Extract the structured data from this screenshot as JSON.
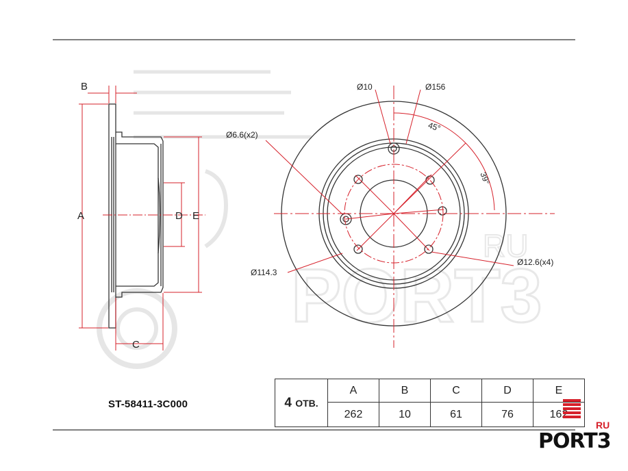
{
  "part_number": "ST-58411-3C000",
  "side_view_labels": {
    "a": "A",
    "b": "B",
    "c": "C",
    "d": "D",
    "e": "E"
  },
  "front_view_labels": {
    "bolt_hole_dia": "Ø10",
    "outer_dia": "Ø156",
    "small_hole": "Ø6.6(x2)",
    "angle_45": "45°",
    "angle_39": "39°",
    "pcd": "Ø114.3",
    "lug_holes": "Ø12.6(x4)"
  },
  "watermark": {
    "text": "PORT3",
    "suffix": "RU"
  },
  "spec_table": {
    "holes_count": "4",
    "holes_unit": "ОТВ.",
    "headers": [
      "A",
      "B",
      "C",
      "D",
      "E"
    ],
    "values": [
      "262",
      "10",
      "61",
      "76",
      "162"
    ]
  },
  "logo": {
    "text": "PORT3",
    "suffix": "RU"
  },
  "colors": {
    "line": "#333333",
    "dimension": "#d6202a",
    "watermark": "#e6e6e6",
    "brand": "#d6202a"
  }
}
